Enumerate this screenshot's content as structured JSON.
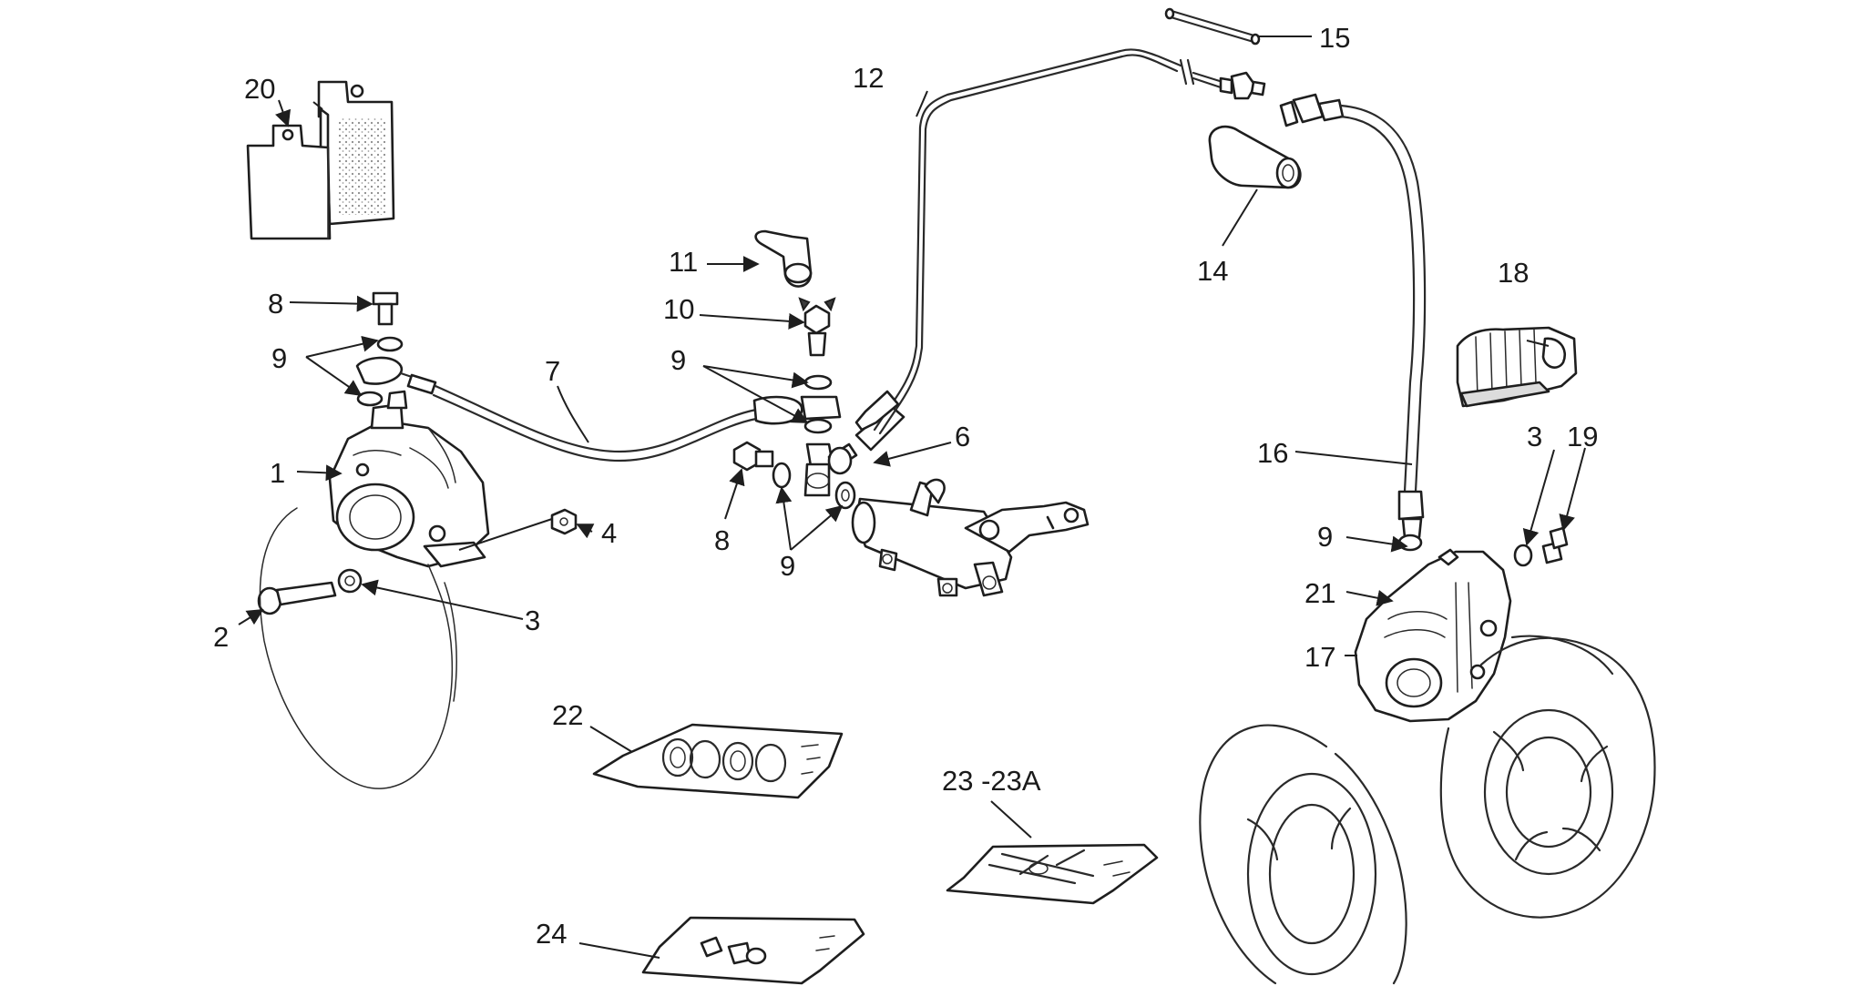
{
  "labels": {
    "l1": "1",
    "l2": "2",
    "l3a": "3",
    "l3b": "3",
    "l4": "4",
    "l6": "6",
    "l7": "7",
    "l8a": "8",
    "l8b": "8",
    "l9a": "9",
    "l9b": "9",
    "l9c": "9",
    "l9d": "9",
    "l10": "10",
    "l11": "11",
    "l12": "12",
    "l14": "14",
    "l15": "15",
    "l16": "16",
    "l17": "17",
    "l18": "18",
    "l19": "19",
    "l20": "20",
    "l21": "21",
    "l22": "22",
    "l23": "23 -23A",
    "l24": "24"
  }
}
